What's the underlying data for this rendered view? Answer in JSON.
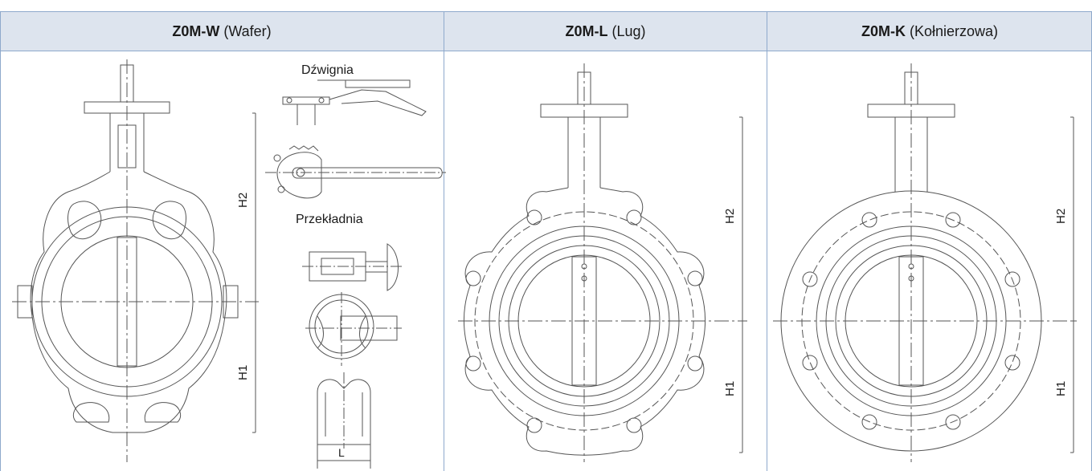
{
  "top_fragment": "",
  "columns": [
    {
      "model": "Z0M-W",
      "variant": "(Wafer)"
    },
    {
      "model": "Z0M-L",
      "variant": "(Lug)"
    },
    {
      "model": "Z0M-K",
      "variant": "(Kołnierzowa)"
    }
  ],
  "labels": {
    "lever": "Dźwignia",
    "gearbox": "Przekładnia",
    "h1": "H1",
    "h2": "H2",
    "l": "L"
  },
  "colors": {
    "header_bg": "#dde4ee",
    "grid_line": "#8ea9cc",
    "drawing_line": "#555555"
  }
}
